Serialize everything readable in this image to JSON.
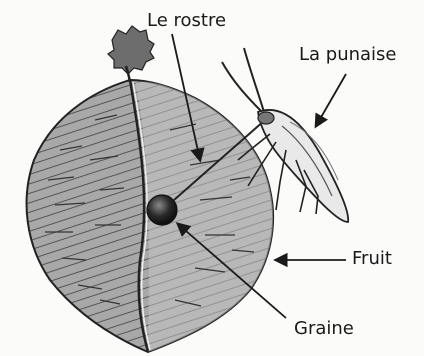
{
  "labels": {
    "rostre": "Le rostre",
    "punaise": "La punaise",
    "fruit": "Fruit",
    "graine": "Graine"
  },
  "colors": {
    "ink": "#1a1a1a",
    "fruit_fill": "#9a9a9a",
    "seed": "#2a2a2a",
    "background": "#fbfbfa"
  }
}
